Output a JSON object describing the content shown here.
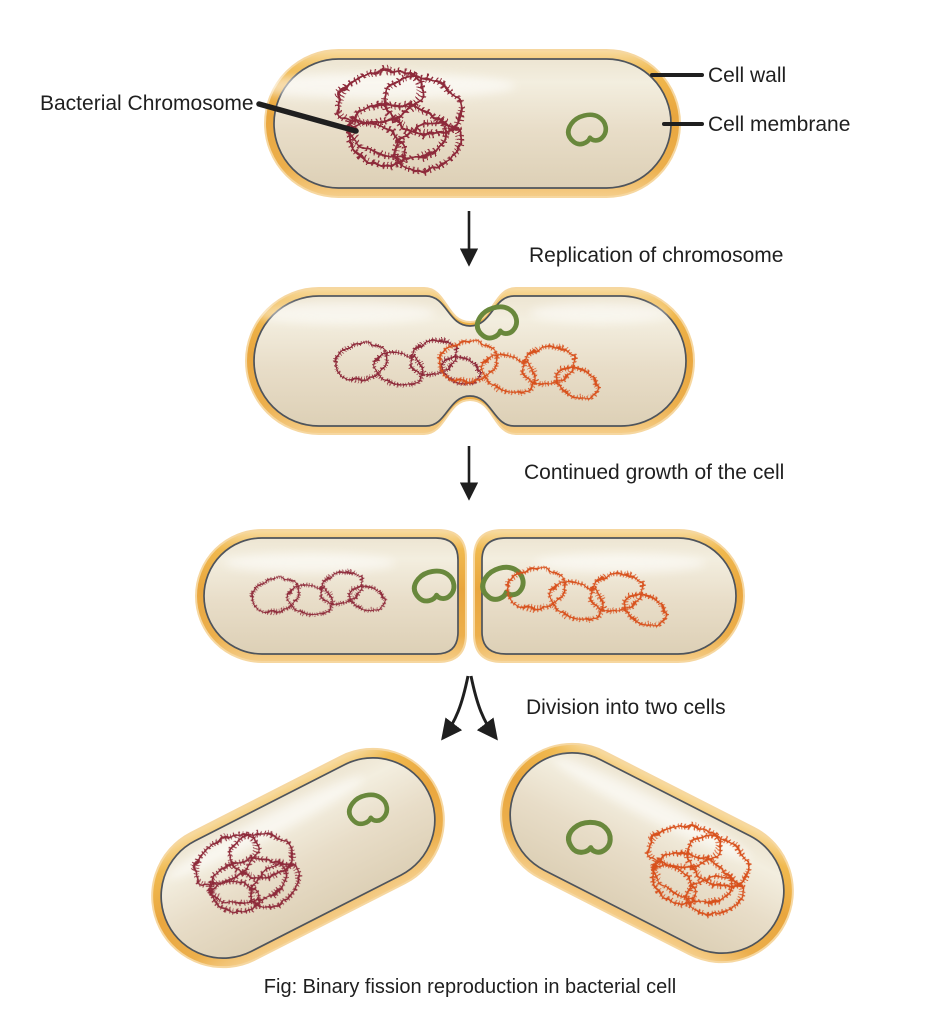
{
  "figure": {
    "caption": "Fig: Binary fission reproduction in bacterial cell",
    "annotations": {
      "bacterial_chromosome": "Bacterial Chromosome",
      "cell_wall": "Cell wall",
      "cell_membrane": "Cell membrane"
    },
    "steps": {
      "step1": "Replication of chromosome",
      "step2": "Continued growth of the cell",
      "step3": "Division into two cells"
    },
    "colors": {
      "cell_wall": "#E9A63E",
      "cell_wall_rim": "#F6D592",
      "cell_membrane": "#4E545C",
      "cytoplasm": "#E8DDC8",
      "chromosome_original": "#8E2B3A",
      "chromosome_copy": "#D8511F",
      "plasmid": "#69883C",
      "ink": "#1F1F1F",
      "background": "#FFFFFF"
    }
  }
}
